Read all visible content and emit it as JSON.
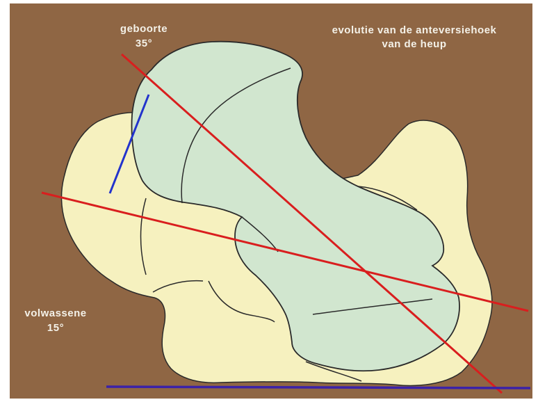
{
  "title": {
    "line1": "evolutie van de anteversiehoek",
    "line2": "van de heup"
  },
  "labels": {
    "birth": {
      "name": "geboorte",
      "angle": "35°"
    },
    "adult": {
      "name": "volwassene",
      "angle": "15°"
    }
  },
  "colors": {
    "background": "#8f6644",
    "frame": "#ffffff",
    "adult_bone": "#f6f1bf",
    "birth_bone": "#d1e6cf",
    "outline": "#2a2a2a",
    "axis_line": "#d91e1e",
    "neck_marker": "#2233cc",
    "baseline": "#3b22a8",
    "label_text": "#f4f1e8"
  }
}
